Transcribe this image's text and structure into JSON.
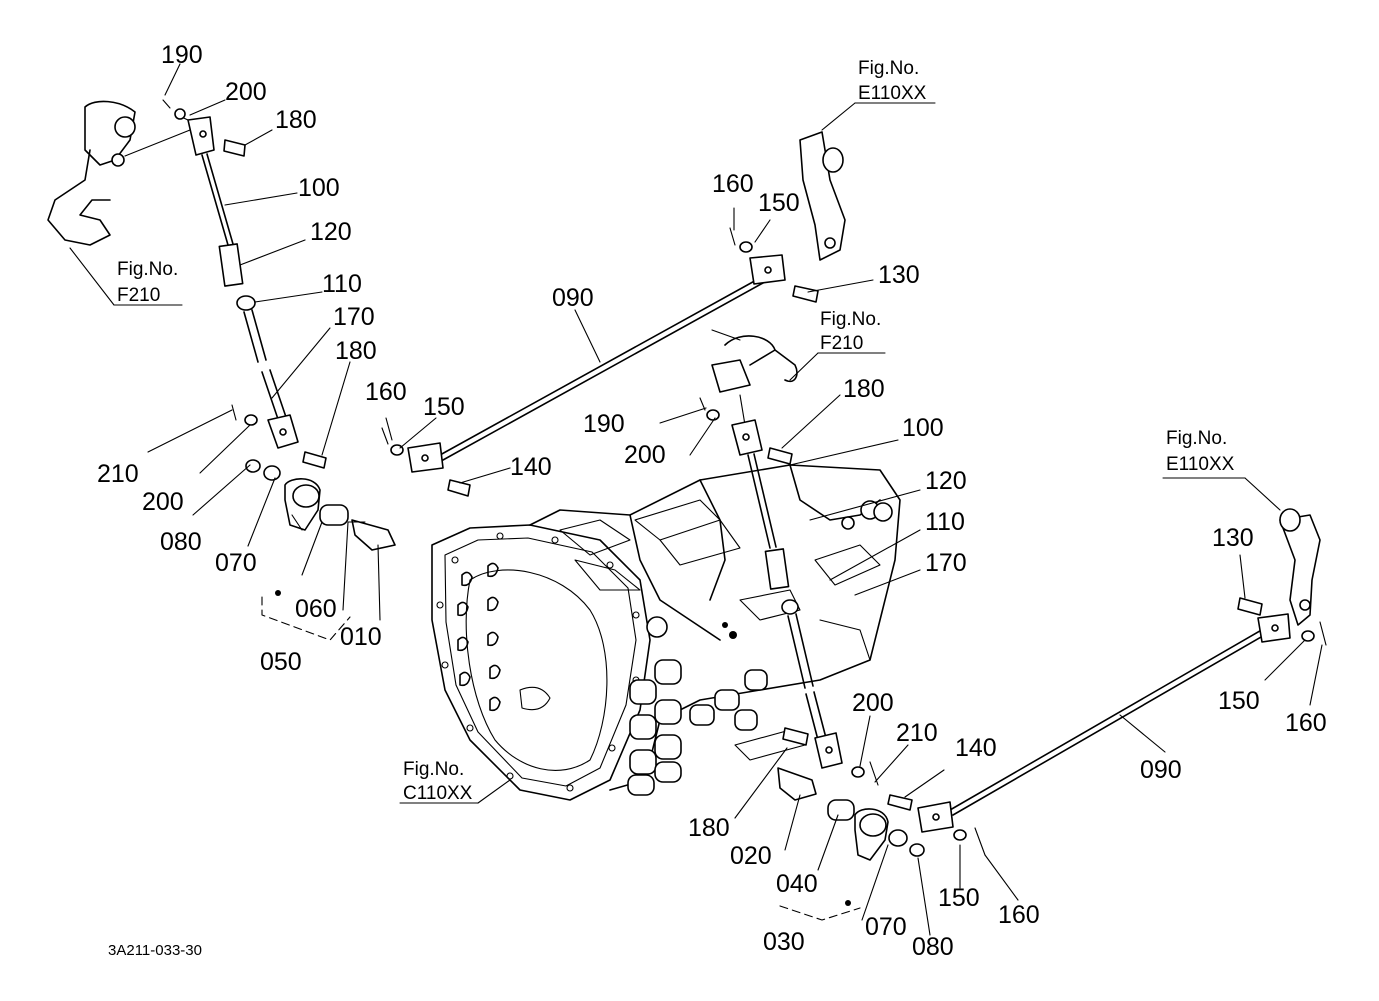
{
  "drawing_code": "3A211-033-30",
  "fig_refs": {
    "prefix": "Fig.No.",
    "top_right": "E110XX",
    "top_left": "F210",
    "center": "F210",
    "right": "E110XX",
    "bottom": "C110XX"
  },
  "labels": {
    "l_190a": "190",
    "l_200a": "200",
    "l_180a": "180",
    "l_100a": "100",
    "l_120a": "120",
    "l_110a": "110",
    "l_170a": "170",
    "l_180b": "180",
    "l_160a": "160",
    "l_150a": "150",
    "l_140a": "140",
    "l_210a": "210",
    "l_200b": "200",
    "l_080a": "080",
    "l_070a": "070",
    "l_060": "060",
    "l_010": "010",
    "l_050": "050",
    "l_090a": "090",
    "l_160b": "160",
    "l_150b": "150",
    "l_130a": "130",
    "l_190b": "190",
    "l_200c": "200",
    "l_180c": "180",
    "l_100b": "100",
    "l_120b": "120",
    "l_110b": "110",
    "l_170b": "170",
    "l_130b": "130",
    "l_150c": "150",
    "l_160c": "160",
    "l_090b": "090",
    "l_200d": "200",
    "l_210b": "210",
    "l_140b": "140",
    "l_180d": "180",
    "l_020": "020",
    "l_040": "040",
    "l_030": "030",
    "l_070b": "070",
    "l_080b": "080",
    "l_150d": "150",
    "l_160d": "160"
  }
}
